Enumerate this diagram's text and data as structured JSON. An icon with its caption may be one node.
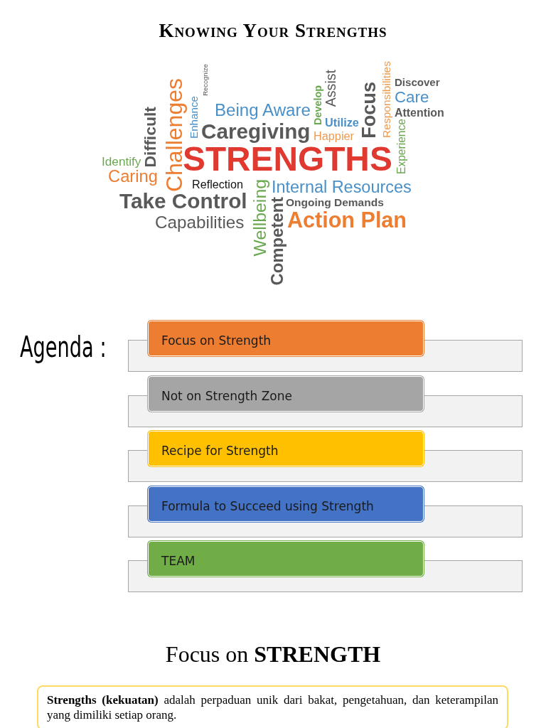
{
  "diagram": {
    "title": "Knowing Your Strengths",
    "nodes": [
      {
        "text": [
          "Focus on Strength"
        ]
      },
      {
        "text": [
          "Not on Strength Zone"
        ]
      },
      {
        "text": [
          "Recipe for Strength"
        ]
      },
      {
        "text": [
          "Formula to Succeed using Strength"
        ]
      },
      {
        "text": [
          "TEAM"
        ]
      },
      {
        "text": [
          "**Strengths (kekuatan)** adalah perpaduan unik dari bakat, pengetahuan, dan keterampilan yang dimiliki setiap orang."
        ]
      }
    ],
    "edges": [],
    "labels": [
      "Recognize",
      "Enhance",
      "Being Aware",
      "Challenges",
      "Difficult",
      "Develop",
      "Assist",
      "Focus",
      "Responsibilities",
      "Discover",
      "Care",
      "Attention",
      "Caregiving",
      "Utilize",
      "Happier",
      "Experience",
      "Identify",
      "STRENGTHS",
      "Caring",
      "Reflection",
      "Wellbeing",
      "Internal Resources",
      "Take Control",
      "Ongoing Demands",
      "Competent",
      "Capabilities",
      "Action Plan",
      "Agenda :",
      "Focus on **STRENGTH**"
    ]
  }
}
